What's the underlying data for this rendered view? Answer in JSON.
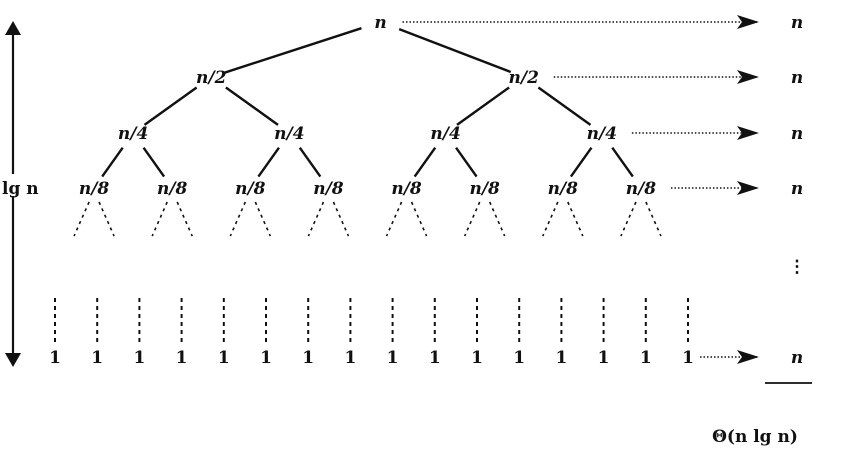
{
  "levels": [
    {
      "nodes": [
        "n"
      ],
      "cost": "n"
    },
    {
      "nodes": [
        "n/2",
        "n/2"
      ],
      "cost": "n"
    },
    {
      "nodes": [
        "n/4",
        "n/4",
        "n/4",
        "n/4"
      ],
      "cost": "n"
    },
    {
      "nodes": [
        "n/8",
        "n/8",
        "n/8",
        "n/8",
        "n/8",
        "n/8",
        "n/8",
        "n/8"
      ],
      "cost": "n"
    }
  ],
  "ellipsis": "⋮",
  "leaves": {
    "label": "1",
    "count": 16,
    "cost": "n"
  },
  "height_label": "lg n",
  "total": "Θ(n lg n)"
}
